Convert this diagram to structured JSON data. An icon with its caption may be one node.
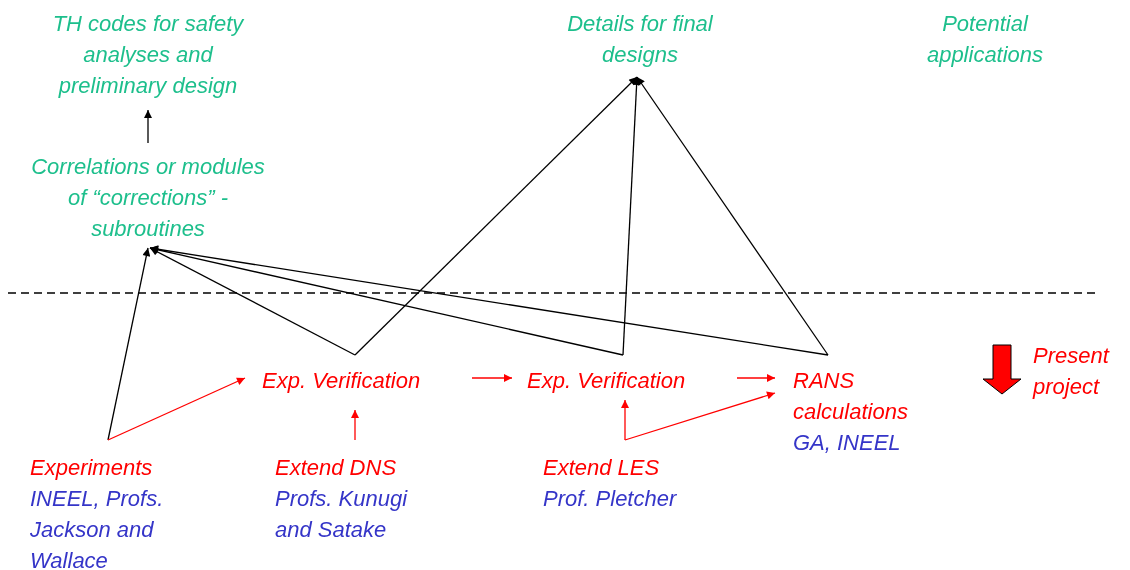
{
  "diagram": {
    "nodes": [
      {
        "text": [
          "TH codes for safety analyses and preliminary design"
        ]
      },
      {
        "text": [
          "Details for final designs"
        ]
      },
      {
        "text": [
          "Potential applications"
        ]
      },
      {
        "text": [
          "Correlations or modules of “corrections” - subroutines"
        ]
      },
      {
        "text": [
          "Exp. Verification"
        ]
      },
      {
        "text": [
          "Exp. Verification"
        ]
      },
      {
        "text": [
          "RANS calculations",
          "GA, INEEL"
        ]
      },
      {
        "text": [
          "Experiments",
          "INEEL, Profs. Jackson and Wallace"
        ]
      },
      {
        "text": [
          "Extend DNS",
          "Profs. Kunugi and Satake"
        ]
      },
      {
        "text": [
          "Extend LES",
          "Prof. Pletcher"
        ]
      }
    ],
    "edges": [
      {
        "from": 3,
        "to": 0,
        "arrow": "to"
      },
      {
        "from": 7,
        "to": 3,
        "arrow": "to"
      },
      {
        "from": 4,
        "to": 3,
        "arrow": "to"
      },
      {
        "from": 4,
        "to": 1,
        "arrow": "to"
      },
      {
        "from": 5,
        "to": 3,
        "arrow": "to"
      },
      {
        "from": 5,
        "to": 1,
        "arrow": "to"
      },
      {
        "from": 6,
        "to": 3,
        "arrow": "to"
      },
      {
        "from": 6,
        "to": 1,
        "arrow": "to"
      },
      {
        "from": 7,
        "to": 4,
        "arrow": "to",
        "color": "#ff0000"
      },
      {
        "from": 4,
        "to": 5,
        "arrow": "to",
        "color": "#ff0000"
      },
      {
        "from": 5,
        "to": 6,
        "arrow": "to",
        "color": "#ff0000"
      },
      {
        "from": 8,
        "to": 4,
        "arrow": "to",
        "color": "#ff0000"
      },
      {
        "from": 9,
        "to": 5,
        "arrow": "to",
        "color": "#ff0000"
      },
      {
        "from": 9,
        "to": 6,
        "arrow": "to",
        "color": "#ff0000"
      }
    ],
    "labels": [
      "Present project"
    ]
  }
}
